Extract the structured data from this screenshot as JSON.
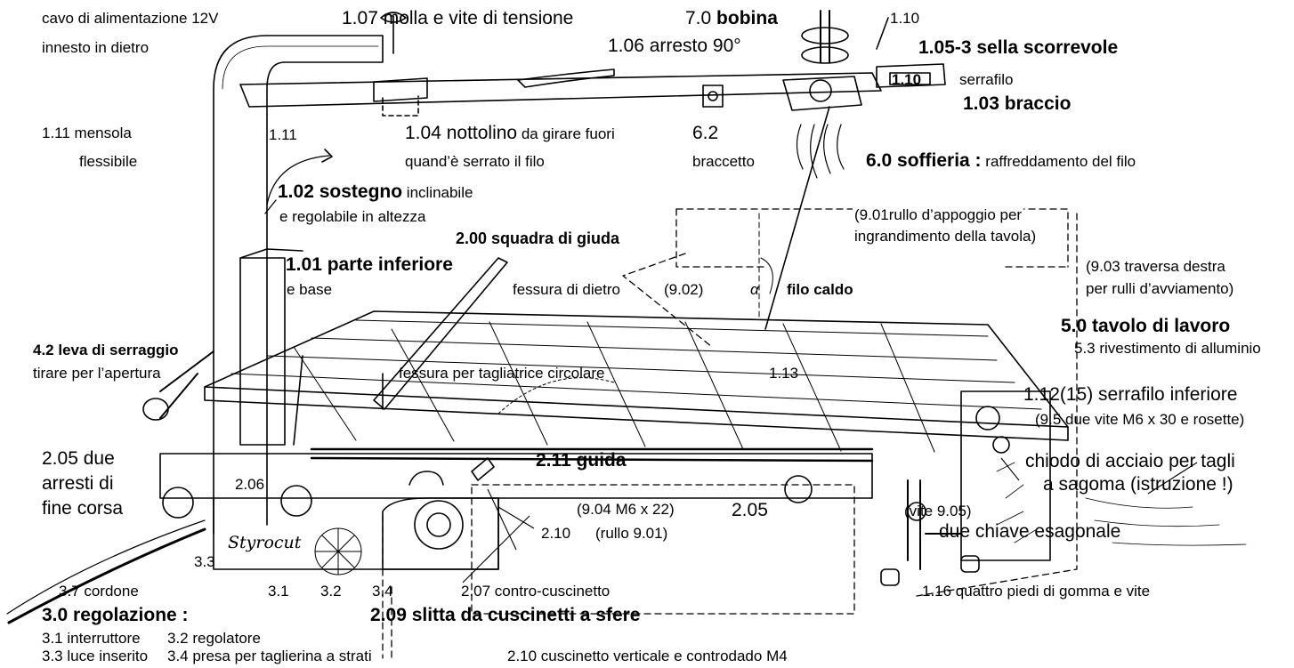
{
  "labels": {
    "cavo_line1": "cavo di alimentazione 12V",
    "cavo_line2": "innesto in dietro",
    "molla": "1.07 molla e vite di tensione",
    "bobina_num": "7.0",
    "bobina_name": "bobina",
    "num_110_top": "1.10",
    "arresto": "1.06 arresto 90°",
    "sella": "1.05-3 sella scorrevole",
    "num_110_box": "1.10",
    "serrafilo": "serrafilo",
    "braccio": "1.03 braccio",
    "mensola_line1": "1.11 mensola",
    "mensola_line2": "flessibile",
    "num_111": "1.11",
    "nottolino_num": "1.04 nottolino",
    "nottolino_rest": " da girare fuori",
    "nottolino_line2": "quand’è serrato il filo",
    "braccetto_num": "6.2",
    "braccetto": "braccetto",
    "soffieria_bold": "6.0 soffieria :",
    "soffieria_rest": " raffreddamento del filo",
    "sostegno_bold": "1.02 sostegno",
    "sostegno_rest": " inclinabile",
    "sostegno_line2": "e regolabile in altezza",
    "rullo_line1": "(9.01rullo d’appoggio per",
    "rullo_line2": "ingrandimento della tavola)",
    "squadra": "2.00 squadra di giuda",
    "parte_bold": "1.01 parte inferiore",
    "parte_line2": "e base",
    "fessura_dietro": "fessura di dietro",
    "num_902": "(9.02)",
    "alpha": "α",
    "filo_caldo": "filo caldo",
    "traversa_line1": "(9.03 traversa destra",
    "traversa_line2": "per rulli d’avviamento)",
    "tavolo": "5.0 tavolo di lavoro",
    "rivestimento": "5.3 rivestimento di alluminio",
    "leva_bold": "4.2 leva di serraggio",
    "leva_line2": "tirare per l’apertura",
    "fessura_circolare": "fessura per tagliatrice circolare",
    "num_113": "1.13",
    "serrafilo_inf": "1.12(15) serrafilo inferiore",
    "viti_m6": "(9.5 due vite M6 x 30 e rosette)",
    "arresti_line1": "2.05 due",
    "arresti_line2": "arresti di",
    "arresti_line3": "fine corsa",
    "num_206": "2.06",
    "guida": "2.11 guida",
    "chiodo_line1": "chiodo di acciaio per tagli",
    "chiodo_line2": "a sagoma (istruzione !)",
    "m6x22": "(9.04 M6 x 22)",
    "num_205": "2.05",
    "vite_905": "(vite 9.05)",
    "chiave": "due chiave esagonale",
    "num_210": "2.10",
    "rullo_901": "(rullo 9.01)",
    "num_33": "3.3",
    "cordone": "3.7 cordone",
    "num_31": "3.1",
    "num_32": "3.2",
    "num_34": "3.4",
    "contro": "2.07 contro-cuscinetto",
    "piedi": "1.16 quattro piedi di gomma e vite",
    "slitta": "2.09 slitta da cuscinetti a sfere",
    "regolazione": "3.0 regolazione :",
    "interruttore": "3.1 interruttore",
    "regolatore": "3.2 regolatore",
    "luce": "3.3 luce inserito",
    "presa": "3.4 presa per taglierina a strati",
    "cuscinetto_vert": "2.10 cuscinetto verticale e controdado M4",
    "brand": "Styrocut"
  }
}
